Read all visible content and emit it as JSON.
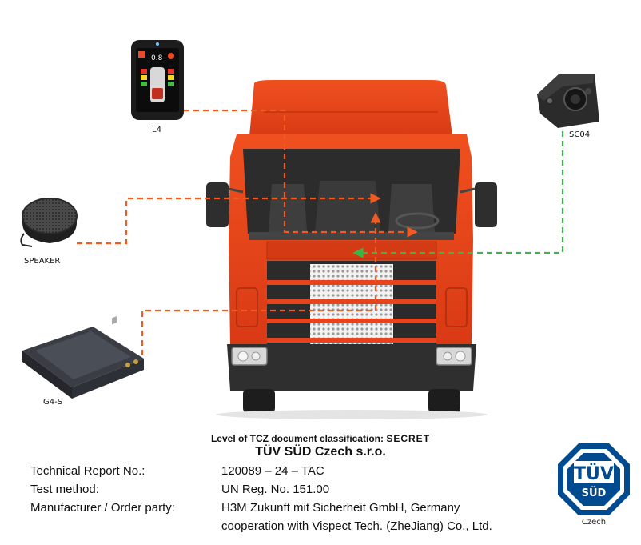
{
  "devices": {
    "l4": {
      "label": "L4",
      "screen_text": "0.8"
    },
    "sc04": {
      "label": "SC04"
    },
    "speaker": {
      "label": "SPEAKER"
    },
    "g4s": {
      "label": "G4-S"
    }
  },
  "colors": {
    "truck_body": "#e8431c",
    "truck_dark": "#3a3a3a",
    "connector_orange": "#f05a23",
    "connector_green": "#39b54a",
    "tuv_blue": "#004a8f"
  },
  "classification": {
    "prefix": "Level of TCZ document classification: ",
    "level": "SECRET"
  },
  "company": "TÜV SÜD Czech s.r.o.",
  "report": {
    "rows": [
      {
        "label": "Technical Report No.:",
        "value": "120089 – 24 – TAC"
      },
      {
        "label": "Test method:",
        "value": "UN Reg. No. 151.00"
      },
      {
        "label": "Manufacturer / Order party:",
        "value": "H3M Zukunft mit Sicherheit GmbH, Germany"
      },
      {
        "label": "",
        "value": "cooperation with Vispect Tech. (ZheJiang) Co., Ltd."
      }
    ]
  },
  "logo": {
    "top_text": "TÜV",
    "bottom_text": "SÜD",
    "country": "Czech"
  }
}
